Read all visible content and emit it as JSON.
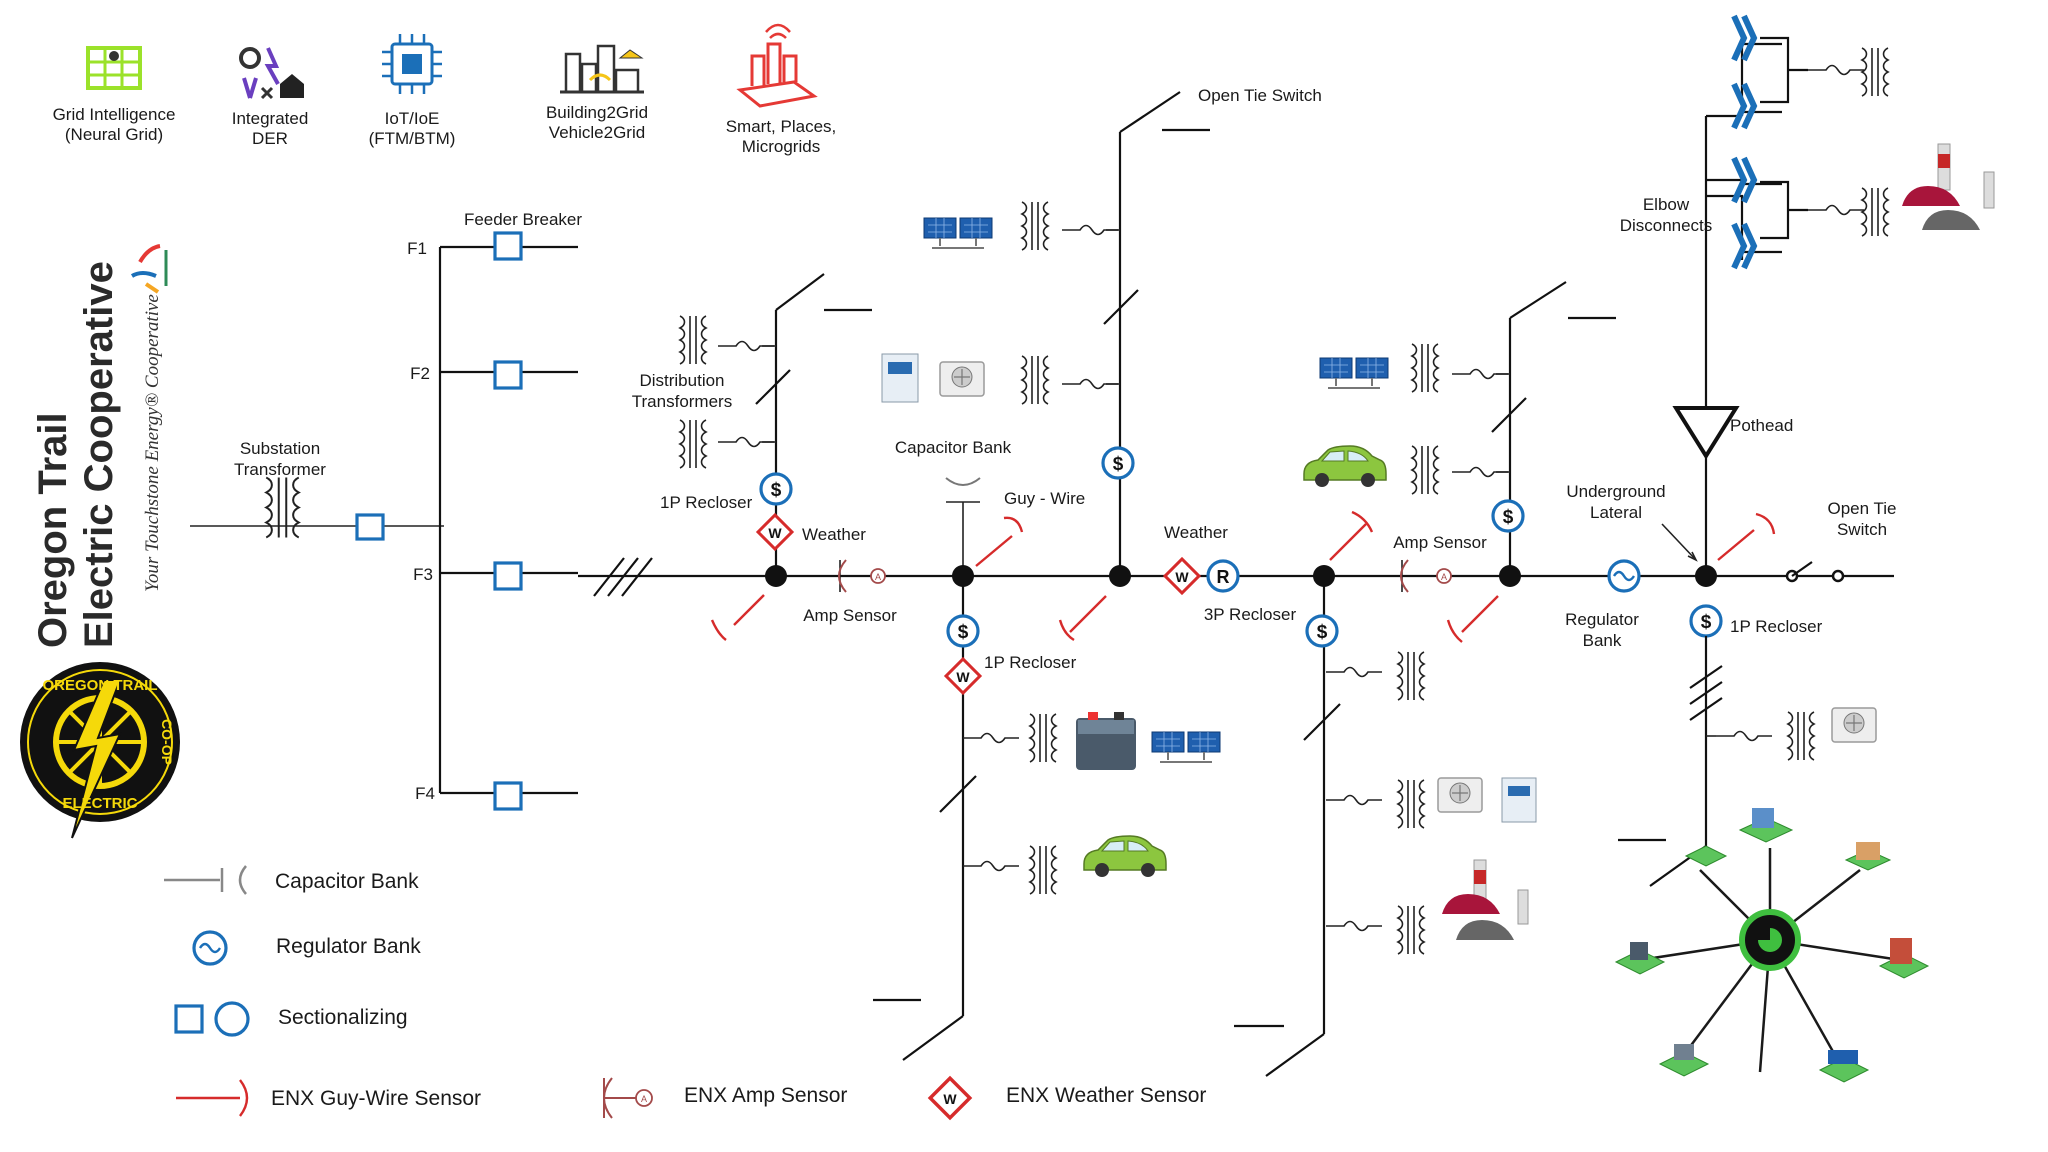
{
  "top_icons": [
    {
      "line1": "Grid Intelligence",
      "line2": "(Neural Grid)",
      "icon": "neural-grid-icon"
    },
    {
      "line1": "Integrated",
      "line2": "DER",
      "icon": "der-icon"
    },
    {
      "line1": "IoT/IoE",
      "line2": "(FTM/BTM)",
      "icon": "iot-chip-icon"
    },
    {
      "line1": "Building2Grid",
      "line2": "Vehicle2Grid",
      "icon": "building-vehicle-icon"
    },
    {
      "line1": "Smart, Places,",
      "line2": "Microgrids",
      "icon": "smart-places-icon"
    }
  ],
  "brand": {
    "line1": "Oregon Trail",
    "line2": "Electric Cooperative",
    "tagline": "Your Touchstone Energy® Cooperative",
    "seal_top": "OREGON TRAIL",
    "seal_right": "CO-OP",
    "seal_bottom": "ELECTRIC"
  },
  "feeders": {
    "f1": "F1",
    "f2": "F2",
    "f3": "F3",
    "f4": "F4"
  },
  "labels": {
    "feeder_breaker": "Feeder Breaker",
    "substation_1": "Substation",
    "substation_2": "Transformer",
    "dist_tx_1": "Distribution",
    "dist_tx_2": "Transformers",
    "recloser_1p_a": "1P Recloser",
    "weather_a": "Weather",
    "amp_sensor_a": "Amp Sensor",
    "capacitor_bank": "Capacitor Bank",
    "guy_wire": "Guy - Wire",
    "recloser_1p_b": "1P Recloser",
    "open_tie_switch": "Open Tie Switch",
    "weather_b": "Weather",
    "recloser_3p": "3P Recloser",
    "amp_sensor_b": "Amp Sensor",
    "underground_1": "Underground",
    "underground_2": "Lateral",
    "regulator_1": "Regulator",
    "regulator_2": "Bank",
    "recloser_1p_c": "1P Recloser",
    "open_tie_1": "Open Tie",
    "open_tie_2": "Switch",
    "pothead": "Pothead",
    "elbow_1": "Elbow",
    "elbow_2": "Disconnects"
  },
  "symbols": {
    "sectionalizer_dollar": "$",
    "weather_w": "W",
    "recloser_r": "R",
    "amp_a": "A"
  },
  "legend": {
    "capacitor_bank": "Capacitor Bank",
    "regulator_bank": "Regulator Bank",
    "sectionalizing": "Sectionalizing",
    "guy_wire_sensor": "ENX Guy-Wire Sensor",
    "amp_sensor": "ENX Amp Sensor",
    "weather_sensor": "ENX Weather Sensor"
  },
  "colors": {
    "accent_blue": "#1b6fb8",
    "sensor_red": "#d62b2b",
    "line": "#111111",
    "logo_green": "#9be22a",
    "logo_red": "#e53935",
    "seal_yellow": "#f5d90a"
  }
}
